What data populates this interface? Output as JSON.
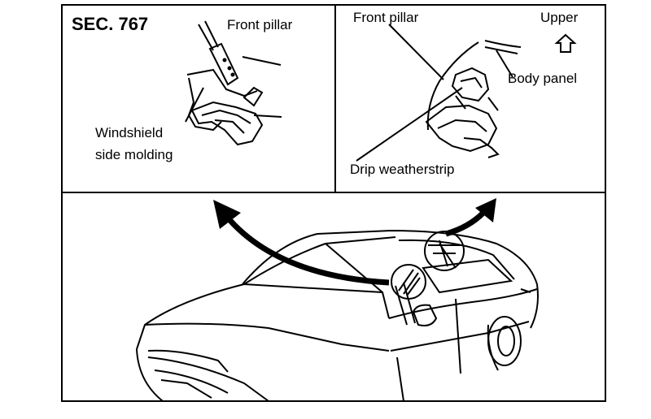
{
  "section": "SEC. 767",
  "labels": {
    "front_pillar_left": "Front pillar",
    "windshield_line1": "Windshield",
    "windshield_line2": "side molding",
    "front_pillar_right": "Front pillar",
    "upper": "Upper",
    "body_panel": "Body panel",
    "drip_weatherstrip": "Drip weatherstrip"
  },
  "icons": {
    "upper_arrow": "up-arrow-icon"
  }
}
